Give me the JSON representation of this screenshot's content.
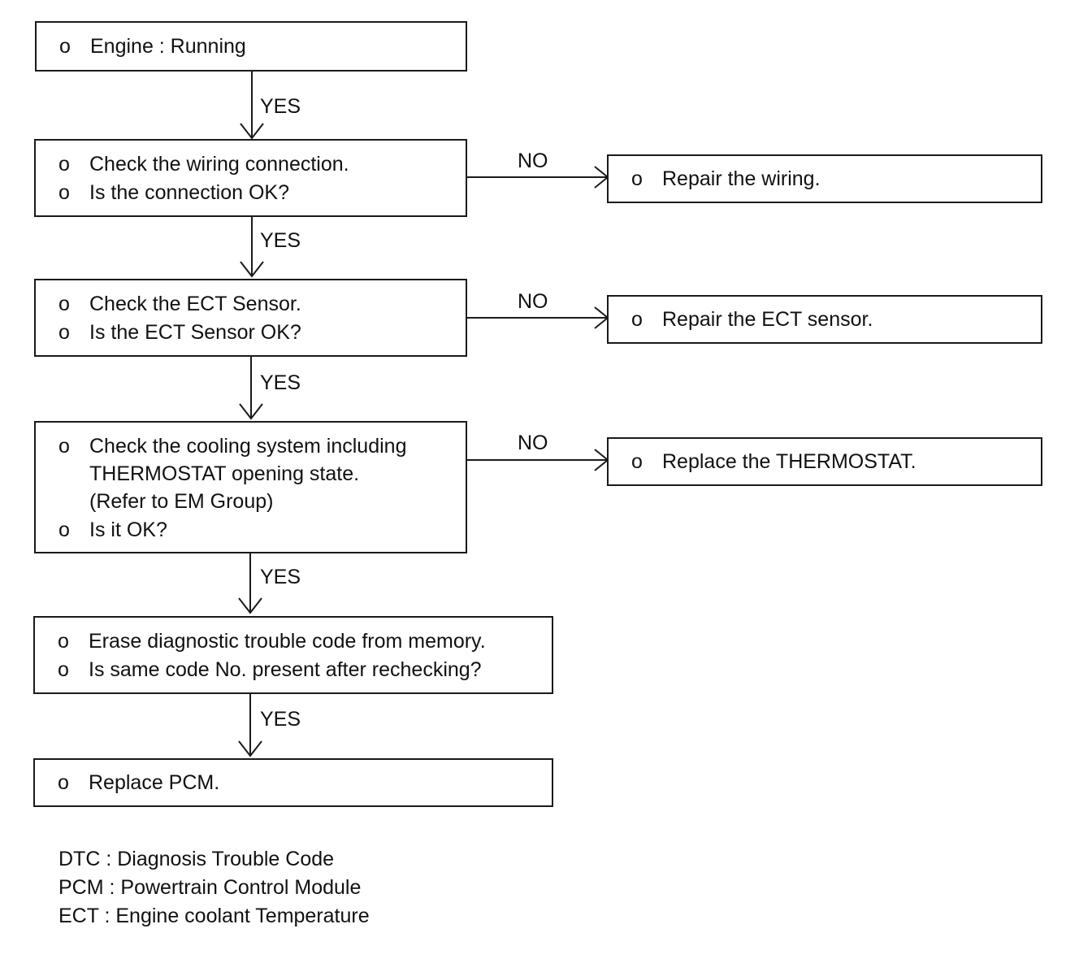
{
  "bullet": "o",
  "edge_yes": "YES",
  "edge_no": "NO",
  "steps": [
    {
      "lines": [
        "Engine : Running"
      ]
    },
    {
      "lines": [
        "Check the wiring connection.",
        "Is the connection OK?"
      ]
    },
    {
      "lines": [
        "Check the ECT Sensor.",
        "Is the ECT Sensor OK?"
      ]
    },
    {
      "lines": [
        "Check the cooling system including",
        "THERMOSTAT opening state.",
        "(Refer to EM Group)",
        "Is it OK?"
      ]
    },
    {
      "lines": [
        "Erase diagnostic trouble code from memory.",
        "Is same code No. present after rechecking?"
      ]
    },
    {
      "lines": [
        "Replace PCM."
      ]
    }
  ],
  "actions": [
    {
      "text": "Repair the wiring."
    },
    {
      "text": "Repair the ECT sensor."
    },
    {
      "text": "Replace the THERMOSTAT."
    }
  ],
  "legend": [
    "DTC : Diagnosis Trouble Code",
    "PCM : Powertrain Control Module",
    "ECT : Engine coolant Temperature"
  ]
}
